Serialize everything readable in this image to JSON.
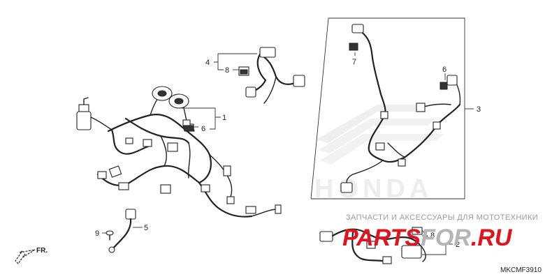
{
  "callouts": {
    "c1": "1",
    "c2": "2",
    "c3": "3",
    "c4": "4",
    "c5": "5",
    "c6a": "6",
    "c6b": "6",
    "c7": "7",
    "c8a": "8",
    "c8b": "8",
    "c9": "9"
  },
  "direction_label": "FR.",
  "diagram_code": "MKCMF3910",
  "watermark": {
    "caption": "ЗАПЧАСТИ И АКСЕССУАРЫ ДЛЯ МОТОТЕХНИКИ",
    "brand_red": "PARTS",
    "brand_gray": "FOR",
    "brand_domain": ".RU",
    "background_logo": "HONDA"
  },
  "colors": {
    "line": "#222222",
    "brand_red": "#e0141e",
    "watermark_gray": "#b5b5b5",
    "logo_gray": "#dddddd"
  },
  "icons": {
    "direction": "arrow-down-left-icon"
  }
}
